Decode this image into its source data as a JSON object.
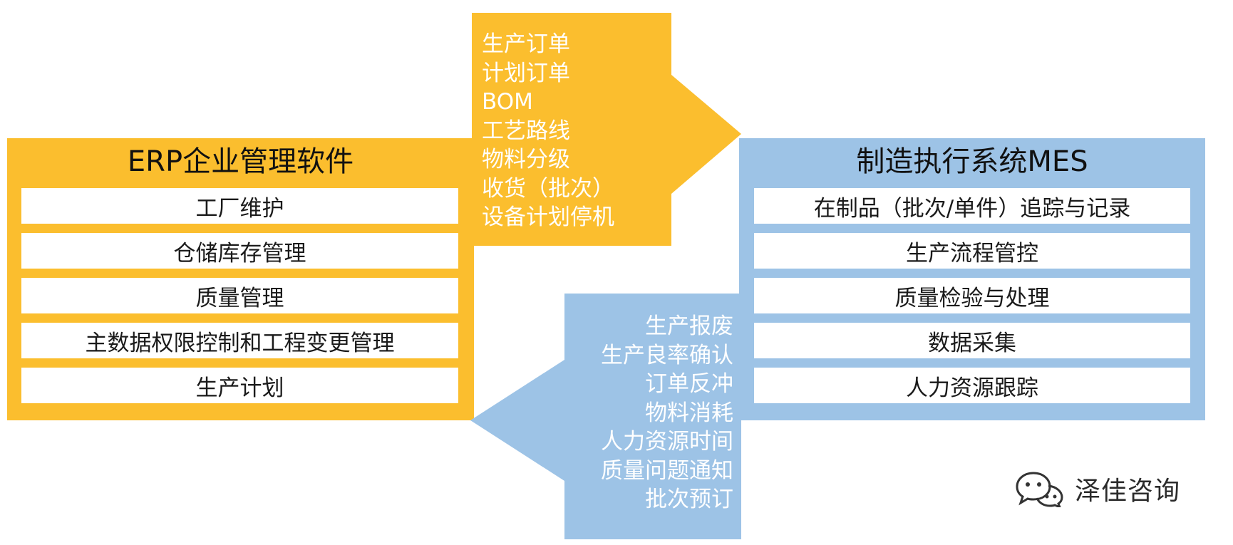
{
  "erp": {
    "title": "ERP企业管理软件",
    "items": [
      "工厂维护",
      "仓储库存管理",
      "质量管理",
      "主数据权限控制和工程变更管理",
      "生产计划"
    ]
  },
  "mes": {
    "title": "制造执行系统MES",
    "items": [
      "在制品（批次/单件）追踪与记录",
      "生产流程管控",
      "质量检验与处理",
      "数据采集",
      "人力资源跟踪"
    ]
  },
  "flow_erp_to_mes": {
    "items": [
      "生产订单",
      "计划订单",
      "BOM",
      "工艺路线",
      "物料分级",
      "收货（批次）",
      "设备计划停机"
    ]
  },
  "flow_mes_to_erp": {
    "items": [
      "生产报废",
      "生产良率确认",
      "订单反冲",
      "物料消耗",
      "人力资源时间",
      "质量问题通知",
      "批次预订"
    ]
  },
  "watermark": {
    "text": "泽佳咨询",
    "icon": "chat-bubbles-icon"
  },
  "colors": {
    "erp": "#FBBE2E",
    "mes": "#9DC3E6",
    "item_bg": "#FFFFFF",
    "flow_text": "#FFFFFF"
  }
}
